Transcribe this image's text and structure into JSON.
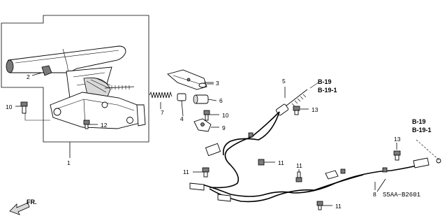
{
  "callouts": {
    "c1": "1",
    "c2": "2",
    "c3": "3",
    "c4": "4",
    "c5": "5",
    "c6": "6",
    "c7": "7",
    "c8": "8",
    "c9": "9",
    "c10a": "10",
    "c10b": "10",
    "c11a": "11",
    "c11b": "11",
    "c11c": "11",
    "c11d": "11",
    "c12": "12",
    "c13a": "13",
    "c13b": "13"
  },
  "references": {
    "ref_upper_1": "B-19",
    "ref_upper_2": "B-19-1",
    "ref_right_1": "B-19",
    "ref_right_2": "B-19-1"
  },
  "direction_label": "FR.",
  "diagram_code": "S5AA−B2601"
}
